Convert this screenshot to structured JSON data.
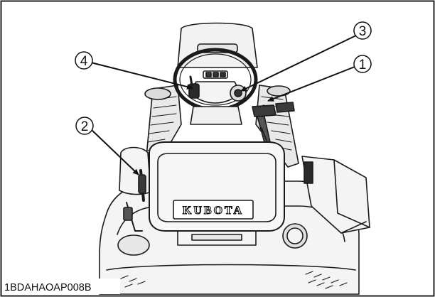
{
  "figure": {
    "code": "1BDAHAOAP008B",
    "brand": "KUBOTA",
    "callouts": [
      {
        "number": "1",
        "glyph": "①"
      },
      {
        "number": "2",
        "glyph": "②"
      },
      {
        "number": "3",
        "glyph": "③"
      },
      {
        "number": "4",
        "glyph": "④"
      }
    ]
  }
}
